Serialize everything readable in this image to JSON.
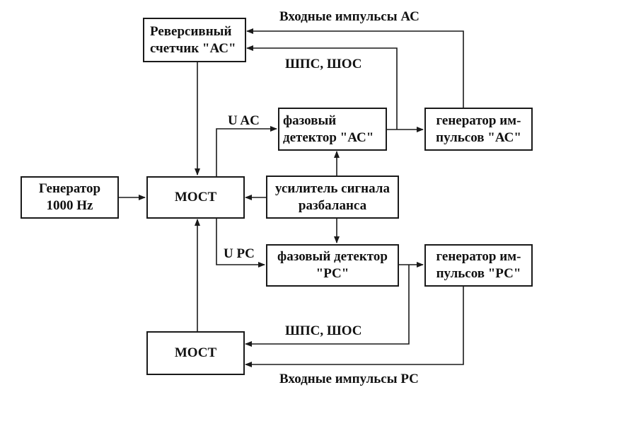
{
  "diagram": {
    "blocks": {
      "reversible_counter": {
        "line1": "Реверсивный",
        "line2": "счетчик \"АС\""
      },
      "generator_1000": {
        "line1": "Генератор",
        "line2": "1000 Hz"
      },
      "bridge_top": {
        "line1": "МОСТ"
      },
      "bridge_bottom": {
        "line1": "МОСТ"
      },
      "phase_detector_ac": {
        "line1": "фазовый",
        "line2": "детектор \"АС\""
      },
      "amplifier": {
        "line1": "усилитель сигнала",
        "line2": "разбаланса"
      },
      "phase_detector_pc": {
        "line1": "фазовый детектор",
        "line2": "\"РС\""
      },
      "pulse_generator_ac": {
        "line1": "генератор им-",
        "line2": "пульсов \"АС\""
      },
      "pulse_generator_pc": {
        "line1": "генератор им-",
        "line2": "пульсов \"РС\""
      }
    },
    "labels": {
      "input_pulses_ac": "Входные импульсы АС",
      "shps_shos_top": "ШПС, ШОС",
      "u_ac": "U AC",
      "u_pc": "U PC",
      "shps_shos_bottom": "ШПС, ШОС",
      "input_pulses_pc": "Входные импульсы РС"
    }
  }
}
